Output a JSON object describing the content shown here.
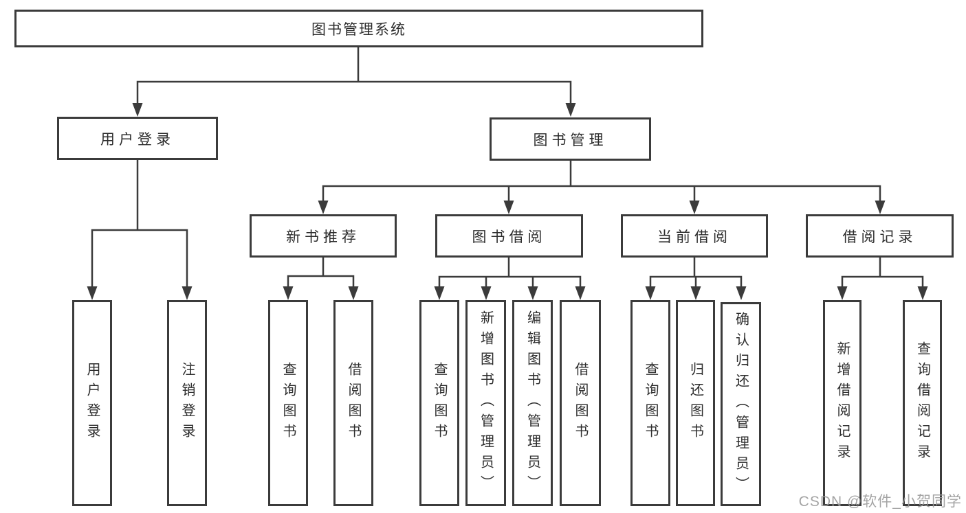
{
  "diagram": {
    "watermark": "CSDN @软件_小贺同学",
    "colors": {
      "line": "#3b3b3b",
      "box_border": "#3b3b3b",
      "text": "#2d2d2d",
      "background": "#ffffff",
      "watermark": "#9b9b9b"
    },
    "tree": {
      "root": {
        "label": "图书管理系统",
        "children": [
          {
            "label": "用户登录",
            "children": [
              {
                "label": "用户登录"
              },
              {
                "label": "注销登录"
              }
            ]
          },
          {
            "label": "图书管理",
            "children": [
              {
                "label": "新书推荐",
                "children": [
                  {
                    "label": "查询图书"
                  },
                  {
                    "label": "借阅图书"
                  }
                ]
              },
              {
                "label": "图书借阅",
                "children": [
                  {
                    "label": "查询图书"
                  },
                  {
                    "label": "新增图书（管理员）"
                  },
                  {
                    "label": "编辑图书（管理员）"
                  },
                  {
                    "label": "借阅图书"
                  }
                ]
              },
              {
                "label": "当前借阅",
                "children": [
                  {
                    "label": "查询图书"
                  },
                  {
                    "label": "归还图书"
                  },
                  {
                    "label": "确认归还（管理员）"
                  }
                ]
              },
              {
                "label": "借阅记录",
                "children": [
                  {
                    "label": "新增借阅记录"
                  },
                  {
                    "label": "查询借阅记录"
                  }
                ]
              }
            ]
          }
        ]
      }
    }
  }
}
